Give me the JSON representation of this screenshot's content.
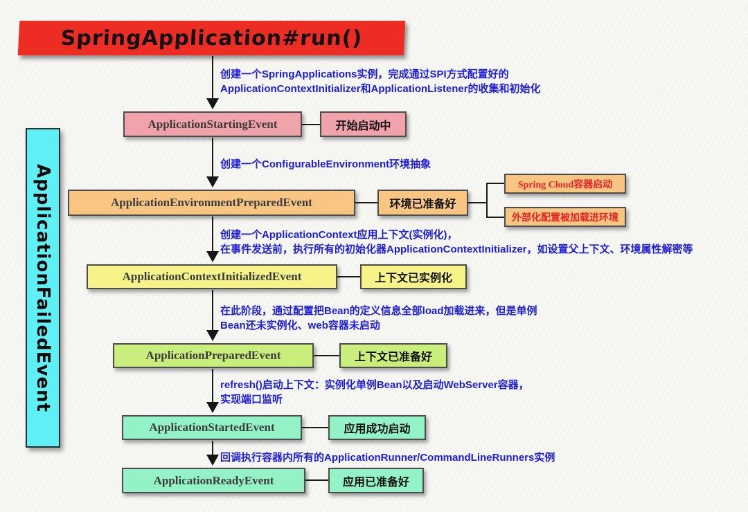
{
  "title": "SpringApplication#run()",
  "failed_event": "ApplicationFailedEvent",
  "steps": [
    {
      "annotation": "创建一个SpringApplications实例，完成通过SPI方式配置好的\nApplicationContextInitializer和ApplicationListener的收集和初始化",
      "event": "ApplicationStartingEvent",
      "status": "开始启动中"
    },
    {
      "annotation": "创建一个ConfigurableEnvironment环境抽象",
      "event": "ApplicationEnvironmentPreparedEvent",
      "status": "环境已准备好"
    },
    {
      "annotation": "创建一个ApplicationContext应用上下文(实例化)，\n在事件发送前，执行所有的初始化器ApplicationContextInitializer，如设置父上下文、环境属性解密等",
      "event": "ApplicationContextInitializedEvent",
      "status": "上下文已实例化"
    },
    {
      "annotation": "在此阶段，通过配置把Bean的定义信息全部load加载进来，但是单例\nBean还未实例化、web容器未启动",
      "event": "ApplicationPreparedEvent",
      "status": "上下文已准备好"
    },
    {
      "annotation": "refresh()启动上下文：实例化单例Bean以及启动WebServer容器，\n实现端口监听",
      "event": "ApplicationStartedEvent",
      "status": "应用成功启动"
    },
    {
      "annotation": "回调执行容器内所有的ApplicationRunner/CommandLineRunners实例",
      "event": "ApplicationReadyEvent",
      "status": "应用已准备好"
    }
  ],
  "branches": [
    {
      "label": "Spring Cloud容器启动"
    },
    {
      "label": "外部化配置被加载进环境"
    }
  ],
  "colors": {
    "banner": "#ed2c24",
    "pink": "#f0a3ab",
    "orange": "#f9c583",
    "yellow": "#f6f388",
    "green": "#c9ee7b",
    "mint": "#93f2c6",
    "cyan": "#5ff0f5",
    "annotation": "#1d1de0",
    "branch_text": "#e62222"
  }
}
